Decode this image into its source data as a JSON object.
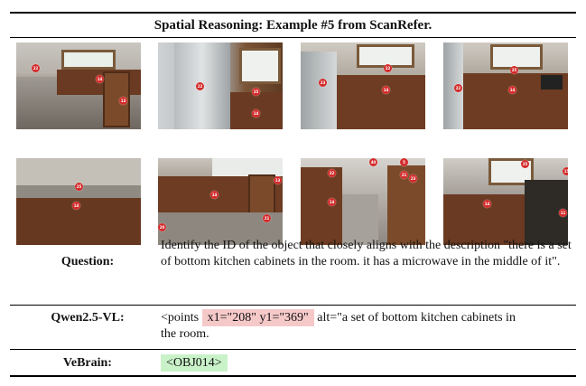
{
  "title": "Spatial Reasoning: Example #5 from ScanRefer.",
  "images": [
    {
      "markers": [
        "22",
        "14",
        "13"
      ]
    },
    {
      "markers": [
        "22",
        "25",
        "14"
      ]
    },
    {
      "markers": [
        "23",
        "22",
        "14"
      ]
    },
    {
      "markers": [
        "25",
        "22",
        "14"
      ]
    },
    {
      "markers": [
        "25",
        "14"
      ]
    },
    {
      "markers": [
        "14",
        "13",
        "20",
        "21"
      ]
    },
    {
      "markers": [
        "22",
        "40",
        "21",
        "23",
        "14",
        "5"
      ]
    },
    {
      "markers": [
        "25",
        "14",
        "11",
        "15"
      ]
    }
  ],
  "question": {
    "label": "Question:",
    "text": "Identify the ID of the object that closely aligns with the description \"there is a set of bottom kitchen cabinets in the room. it has a microwave in the middle of it\"."
  },
  "qwen": {
    "label": "Qwen2.5-VL:",
    "prefix": "<points",
    "highlight": "x1=\"208\" y1=\"369\"",
    "line1_rest": "alt=\"a set of bottom kitchen cabinets in",
    "line2": "the room."
  },
  "vebrain": {
    "label": "VeBrain:",
    "answer": "<OBJ014>"
  },
  "colors": {
    "marker": "#d42a2a",
    "highlight_red": "#f6c9c9",
    "highlight_green": "#c9f2c9"
  }
}
